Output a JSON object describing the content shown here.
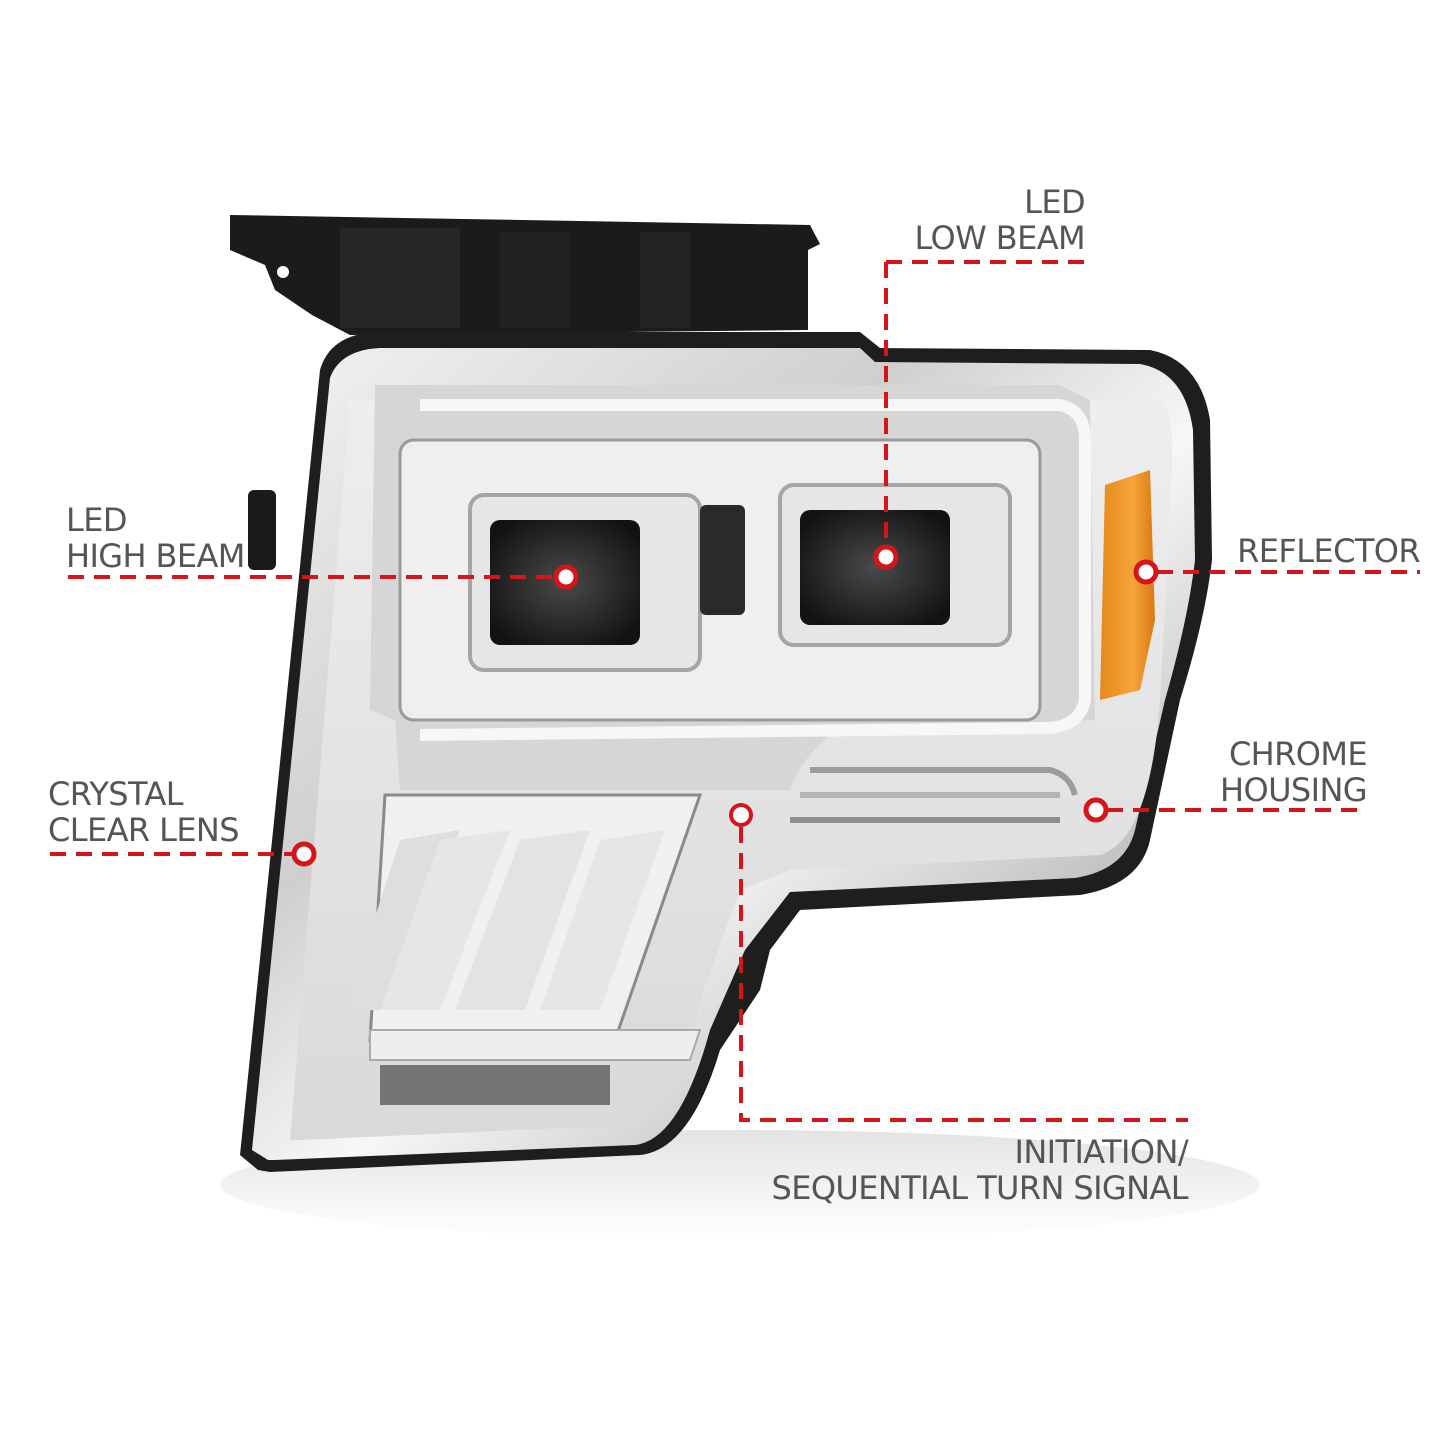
{
  "diagram": {
    "subject": "Projector headlight (chrome housing, clear lens)",
    "accent_color": "#d7141a",
    "text_color": "#555555",
    "background_color": "#ffffff",
    "callouts": [
      {
        "id": "led-low-beam",
        "line1": "LED",
        "line2": "LOW BEAM",
        "marker": [
          886,
          557
        ]
      },
      {
        "id": "led-high-beam",
        "line1": "LED",
        "line2": "HIGH BEAM",
        "marker": [
          566,
          577
        ]
      },
      {
        "id": "reflector",
        "line1": "REFLECTOR",
        "line2": "",
        "marker": [
          1146,
          572
        ]
      },
      {
        "id": "chrome-housing",
        "line1": "CHROME",
        "line2": "HOUSING",
        "marker": [
          1096,
          810
        ]
      },
      {
        "id": "crystal-clear-lens",
        "line1": "CRYSTAL",
        "line2": "CLEAR LENS",
        "marker": [
          304,
          854
        ]
      },
      {
        "id": "initiation-sequential-turn-signal",
        "line1": "INITIATION/",
        "line2": "SEQUENTIAL TURN SIGNAL",
        "marker": [
          741,
          815
        ]
      }
    ]
  }
}
